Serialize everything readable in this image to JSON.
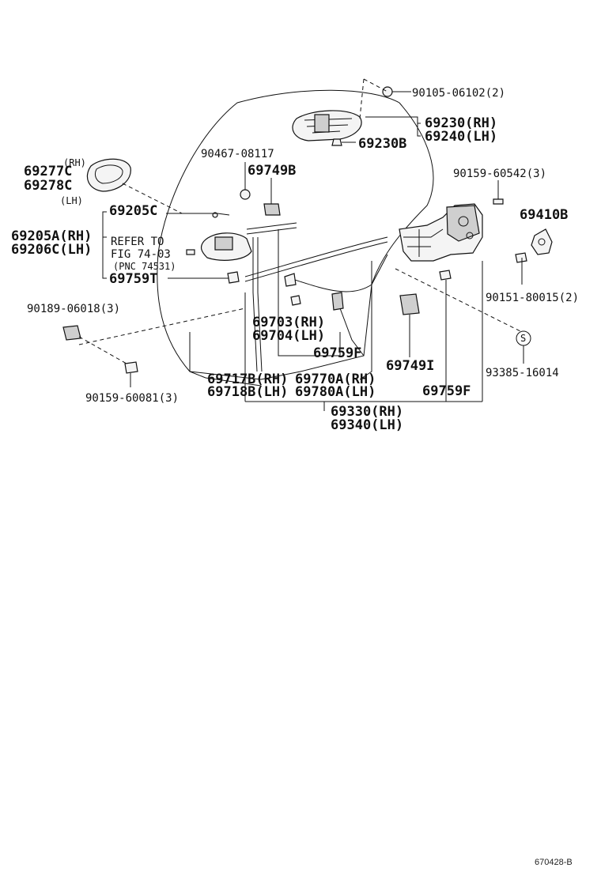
{
  "labels": {
    "p90105": "90105-06102(2)",
    "p69230rh": "69230(RH)",
    "p69240lh": "69240(LH)",
    "p69230b": "69230B",
    "p90467": "90467-08117",
    "p69749b": "69749B",
    "p90159_60542": "90159-60542(3)",
    "rh_top": "(RH)",
    "p69277c": "69277C",
    "p69278c": "69278C",
    "lh_top": "(LH)",
    "p69205c": "69205C",
    "p69410b": "69410B",
    "p69205a": "69205A(RH)",
    "p69206c": "69206C(LH)",
    "refer1": "REFER TO",
    "refer2": "FIG 74-03",
    "refer3": "(PNC 74531)",
    "p69759t": "69759T",
    "p90151": "90151-80015(2)",
    "p90189": "90189-06018(3)",
    "p69703": "69703(RH)",
    "p69704": "69704(LH)",
    "symbol_s": "S",
    "p69759f_a": "69759F",
    "p69749i": "69749I",
    "p93385": "93385-16014",
    "p69717b": "69717B(RH)",
    "p69718b": "69718B(LH)",
    "p69770a": "69770A(RH)",
    "p69780a": "69780A(LH)",
    "p69759f_b": "69759F",
    "p90159_60081": "90159-60081(3)",
    "p69330": "69330(RH)",
    "p69340": "69340(LH)",
    "figure_code": "670428-B"
  }
}
